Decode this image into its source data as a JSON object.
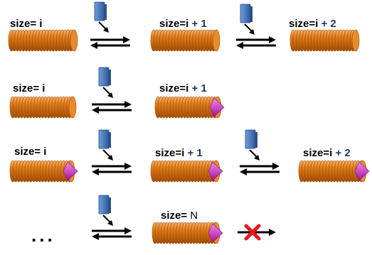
{
  "rows": [
    {
      "start_label": {
        "prefix": "size=  ",
        "var": "i",
        "suffix": ""
      },
      "steps": [
        {
          "label_prefix": "size=i",
          "label_suffix": " + 1",
          "cap": false
        },
        {
          "label_prefix": "size=i",
          "label_suffix": " + 2",
          "cap": false
        }
      ],
      "start_cap": false
    },
    {
      "start_label": {
        "prefix": "size=  ",
        "var": "i",
        "suffix": ""
      },
      "steps": [
        {
          "label_prefix": "size=i",
          "label_suffix": " + 1",
          "cap": true
        }
      ],
      "start_cap": false
    },
    {
      "start_label": {
        "prefix": "size=  ",
        "var": "i",
        "suffix": ""
      },
      "steps": [
        {
          "label_prefix": "size=i",
          "label_suffix": " + 1",
          "cap": true
        },
        {
          "label_prefix": "size=i",
          "label_suffix": " + 2",
          "cap": true
        }
      ],
      "start_cap": true
    },
    {
      "start_label": {
        "prefix": "",
        "var": "",
        "suffix": ""
      },
      "ellipsis": "...",
      "steps": [
        {
          "label_prefix": "size=  ",
          "label_suffix": "N",
          "cap": true
        }
      ],
      "blocked": true
    }
  ],
  "colors": {
    "filament": "#e07b1a",
    "filament_dark": "#a04d05",
    "cap": "#d63fd0",
    "monomer": "#4f7fc0",
    "arrow": "#000000",
    "block": "#e8161b"
  }
}
